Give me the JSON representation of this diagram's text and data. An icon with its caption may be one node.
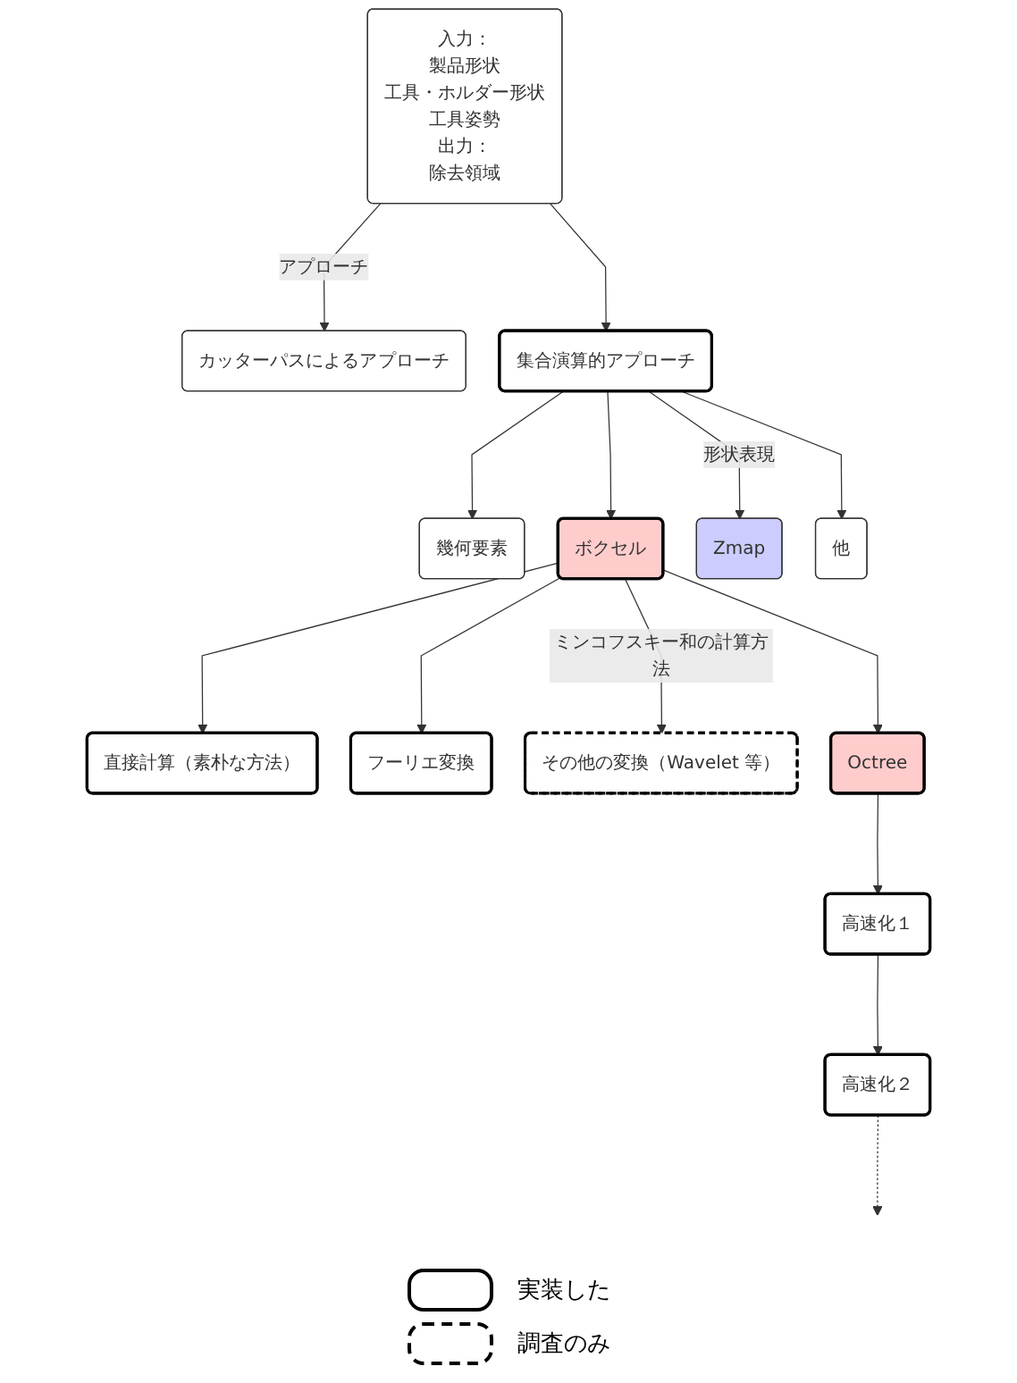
{
  "diagram": {
    "nodes": [
      {
        "text": [
          "入力：",
          "製品形状",
          "工具・ホルダー形状",
          "工具姿勢",
          "出力：",
          "除去領域"
        ]
      },
      {
        "text": [
          "カッターパスによるアプローチ"
        ]
      },
      {
        "text": [
          "集合演算的アプローチ"
        ]
      },
      {
        "text": [
          "幾何要素"
        ]
      },
      {
        "text": [
          "ボクセル"
        ]
      },
      {
        "text": [
          "Zmap"
        ]
      },
      {
        "text": [
          "他"
        ]
      },
      {
        "text": [
          "直接計算（素朴な方法）"
        ]
      },
      {
        "text": [
          "フーリエ変換"
        ]
      },
      {
        "text": [
          "その他の変換（Wavelet 等）"
        ]
      },
      {
        "text": [
          "Octree"
        ]
      },
      {
        "text": [
          "高速化１"
        ]
      },
      {
        "text": [
          "高速化２"
        ]
      }
    ],
    "edges": [
      {
        "from": 0,
        "to": 1,
        "arrow": "to",
        "label": "アプローチ"
      },
      {
        "from": 0,
        "to": 2,
        "arrow": "to"
      },
      {
        "from": 2,
        "to": 3,
        "arrow": "to"
      },
      {
        "from": 2,
        "to": 4,
        "arrow": "to"
      },
      {
        "from": 2,
        "to": 5,
        "arrow": "to",
        "label": "形状表現"
      },
      {
        "from": 2,
        "to": 6,
        "arrow": "to"
      },
      {
        "from": 4,
        "to": 7,
        "arrow": "to"
      },
      {
        "from": 4,
        "to": 8,
        "arrow": "to"
      },
      {
        "from": 4,
        "to": 9,
        "arrow": "to",
        "label": "ミンコフスキー和の計算方法"
      },
      {
        "from": 4,
        "to": 10,
        "arrow": "to"
      },
      {
        "from": 10,
        "to": 11,
        "arrow": "to"
      },
      {
        "from": 11,
        "to": 12,
        "arrow": "to"
      },
      {
        "from": 12,
        "to": null,
        "arrow": "to",
        "style": "dashed"
      }
    ],
    "legend": [
      {
        "text": "実装した"
      },
      {
        "text": "調査のみ"
      }
    ]
  }
}
